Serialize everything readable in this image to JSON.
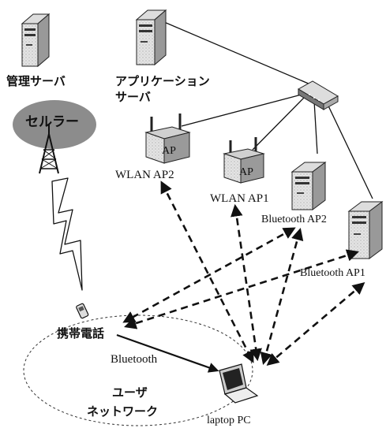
{
  "labels": {
    "management_server": "管理サーバ",
    "application_server_line1": "アプリケーション",
    "application_server_line2": "サーバ",
    "cellular": "セルラー",
    "wlan_ap2": "WLAN AP2",
    "wlan_ap1": "WLAN AP1",
    "ap_badge": "AP",
    "bluetooth_ap2": "Bluetooth AP2",
    "bluetooth_ap1": "Bluetooth AP1",
    "mobile_phone": "携帯電話",
    "bluetooth_link": "Bluetooth",
    "user_network_line1": "ユーザ",
    "user_network_line2": "ネットワーク",
    "laptop": "laptop PC"
  }
}
